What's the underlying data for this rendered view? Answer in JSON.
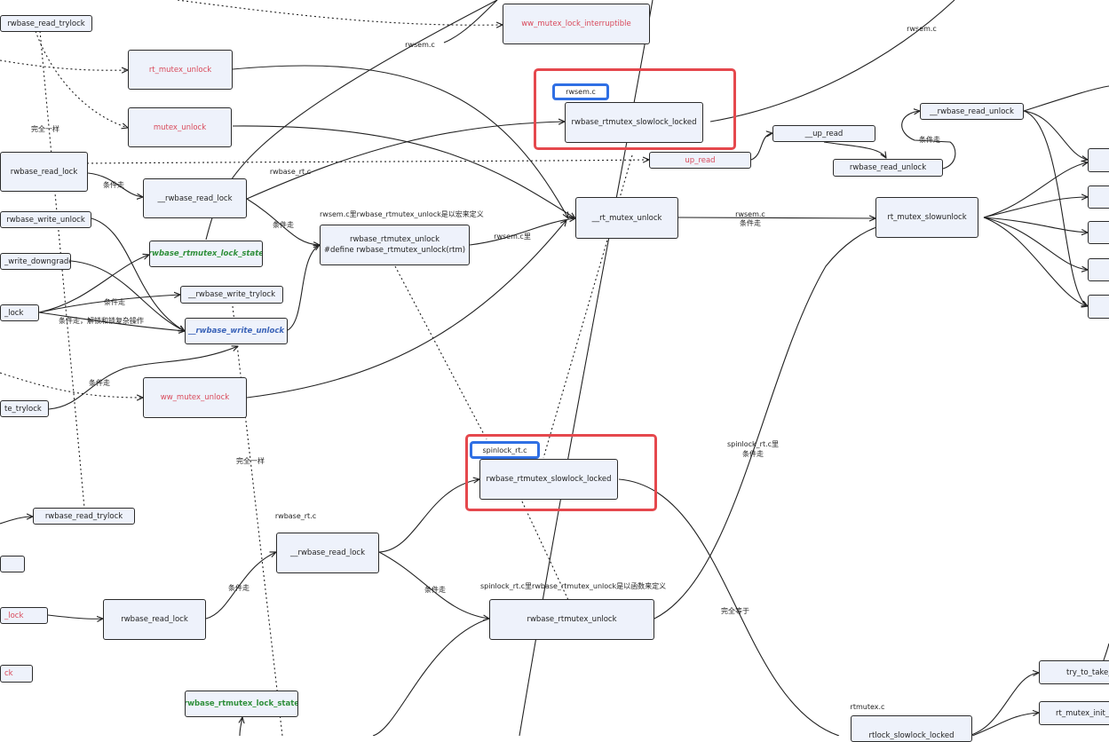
{
  "nodes": {
    "n_rwbase_read_trylock_top": "rwbase_read_trylock",
    "n_ww_mutex_lock_interruptible": "ww_mutex_lock_interruptible",
    "n_rt_mutex_unlock": "rt_mutex_unlock",
    "n_mutex_unlock": "mutex_unlock",
    "n_rwbase_read_lock_left": "rwbase_read_lock",
    "n___rwbase_read_lock_top": "__rwbase_read_lock",
    "n_rwbase_write_unlock": "rwbase_write_unlock",
    "n_rwbase_rtmutex_lock_state_top": "rwbase_rtmutex_lock_state",
    "n_write_downgrade": "_write_downgrade",
    "n_lock_left": "_lock",
    "n___rwbase_write_trylock": "__rwbase_write_trylock",
    "n___rwbase_write_unlock": "__rwbase_write_unlock",
    "n_rwbase_rtmutex_unlock_macro_1": "rwbase_rtmutex_unlock",
    "n_rwbase_rtmutex_unlock_macro_2": "#define rwbase_rtmutex_unlock(rtm)",
    "n___rt_mutex_unlock": "__rt_mutex_unlock",
    "n_rwbase_rtmutex_slowlock_locked_top": "rwbase_rtmutex_slowlock_locked",
    "n_up_read": "up_read",
    "n___up_read": "__up_read",
    "n_rwbase_read_unlock_top": "rwbase_read_unlock",
    "n___rwbase_read_unlock": "__rwbase_read_unlock",
    "n_rt_mutex_slowunlock": "rt_mutex_slowunlock",
    "n_ww_mutex_unlock": "ww_mutex_unlock",
    "n_te_trylock": "te_trylock",
    "n_rwbase_rtmutex_slowlock_locked_bottom": "rwbase_rtmutex_slowlock_locked",
    "n_rwbase_read_trylock_bottom": "rwbase_read_trylock",
    "n___rwbase_read_lock_bottom": "__rwbase_read_lock",
    "n_lock_red": "_lock",
    "n_rwbase_read_lock_bottom": "rwbase_read_lock",
    "n_ck_red": "ck",
    "n_rwbase_rtmutex_unlock_bottom": "rwbase_rtmutex_unlock",
    "n_rwbase_rtmutex_lock_state_bottom": "rwbase_rtmutex_lock_state",
    "n_try_to_take": "try_to_take_",
    "n_rt_mutex_init_rt": "rt_mutex_init_rt",
    "n_rtlock_slowlock_locked": "rtlock_slowlock_locked"
  },
  "labels": {
    "l_rwsem_c_top": "rwsem.c",
    "l_rwsem_c_right": "rwsem.c",
    "l_identical_1": "完全一样",
    "l_cond_1": "条件走",
    "l_rwbase_rt_c_top": "rwbase_rt.c",
    "l_cond_2": "条件走",
    "l_rwsem_macro": "rwsem.c里rwbase_rtmutex_unlock是以宏来定义",
    "l_rwsem_c_li": "rwsem.c里",
    "l_cond_3": "条件走",
    "l_cond_unlock_complex": "条件走，解锁和锁复杂操作",
    "l_rwsem_cond_1": "rwsem.c",
    "l_rwsem_cond_2": "条件走",
    "l_cond_4": "条件走",
    "l_cond_updown": "条件走",
    "l_identical_2": "完全一样",
    "l_spinlock_cond_1": "spinlock_rt.c里",
    "l_spinlock_cond_2": "条件走",
    "l_rwbase_rt_c_bottom": "rwbase_rt.c",
    "l_cond_5": "条件走",
    "l_cond_6": "条件走",
    "l_spinlock_func": "spinlock_rt.c里rwbase_rtmutex_unlock是以函数来定义",
    "l_fully_equal": "完全等于",
    "l_rtmutex_c": "rtmutex.c"
  },
  "highlights": {
    "tag_rwsem": "rwsem.c",
    "tag_spinlock": "spinlock_rt.c"
  },
  "colors": {
    "red_text": "#d94a5b",
    "green_text": "#2f8f3a",
    "blue_text": "#3a63b8",
    "red_box": "#e5484d",
    "blue_box": "#2f6fe4",
    "node_fill": "#eef2fb"
  }
}
